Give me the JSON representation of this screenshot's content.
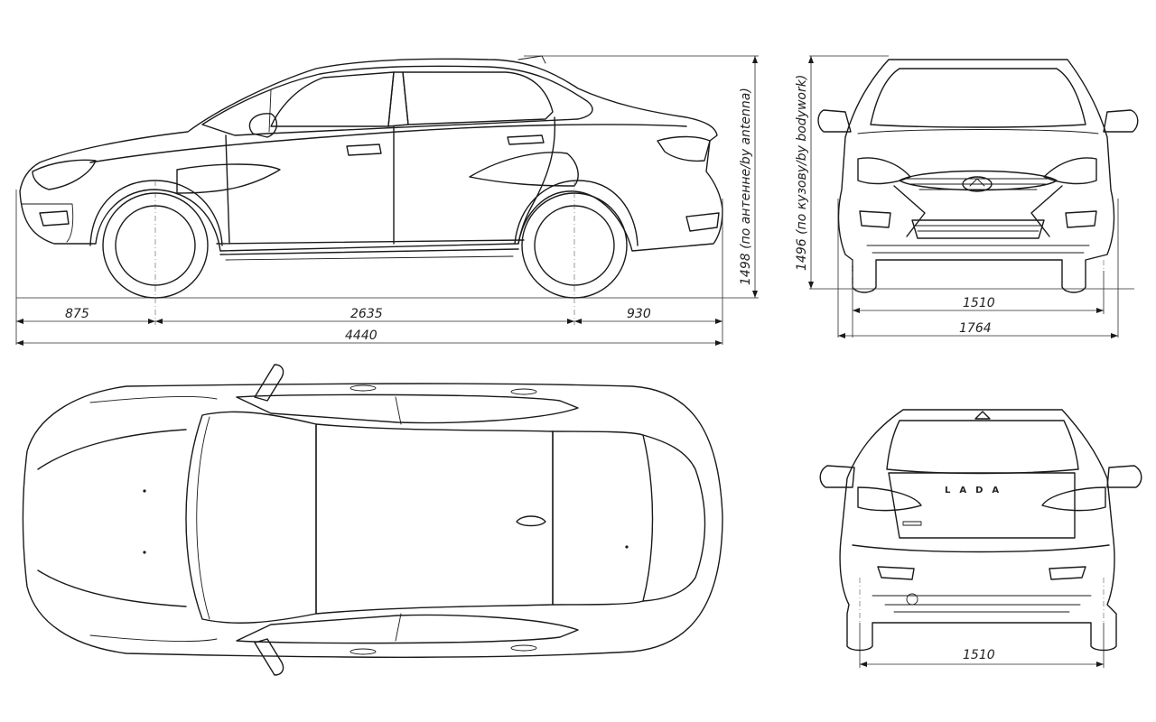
{
  "dimensions": {
    "front_overhang": "875",
    "wheelbase": "2635",
    "rear_overhang": "930",
    "length": "4440",
    "height_antenna": "1498 (по антенне/by antenna)",
    "height_body": "1496 (по кузову/by bodywork)",
    "front_track": "1510",
    "width": "1764",
    "rear_track": "1510"
  },
  "rear_badge": "LADA"
}
